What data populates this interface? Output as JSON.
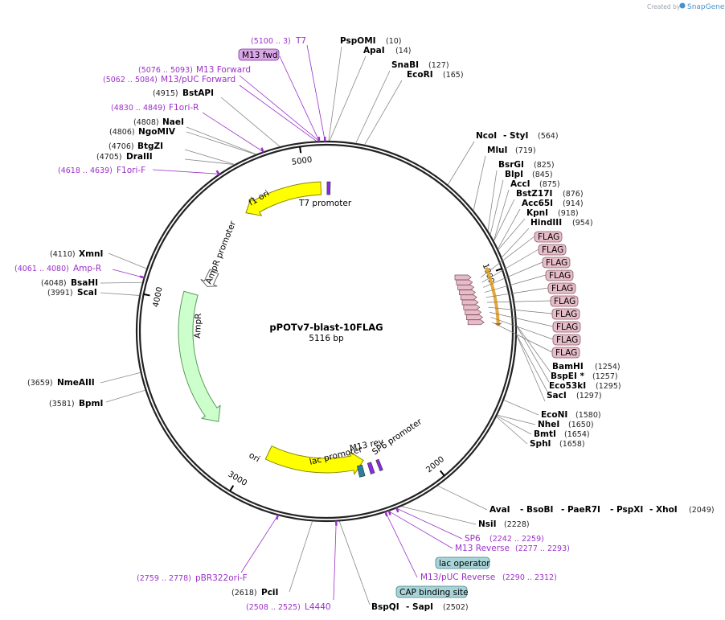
{
  "credit": {
    "created_by": "Created by",
    "brand": "SnapGene"
  },
  "plasmid": {
    "name": "pPOTv7-blast-10FLAG",
    "size": "5116 bp"
  },
  "ticks": [
    {
      "label": "1000",
      "bp": 1000
    },
    {
      "label": "2000",
      "bp": 2000
    },
    {
      "label": "3000",
      "bp": 3000
    },
    {
      "label": "4000",
      "bp": 4000
    },
    {
      "label": "5000",
      "bp": 5000
    }
  ],
  "features": [
    {
      "name": "f1 ori",
      "type": "arrow",
      "start": 4630,
      "end": 5085,
      "color": "#ffff00",
      "stroke": "#888800",
      "direction": "rev"
    },
    {
      "name": "AmpR promoter",
      "type": "arrow",
      "start": 4130,
      "end": 4235,
      "color": "#ffffff",
      "stroke": "#666666",
      "direction": "rev"
    },
    {
      "name": "AmpR",
      "type": "arrow",
      "start": 3270,
      "end": 4060,
      "color": "#ccffcc",
      "stroke": "#5a9a5a",
      "direction": "rev"
    },
    {
      "name": "ori",
      "type": "arrow",
      "start": 2330,
      "end": 2920,
      "color": "#ffff00",
      "stroke": "#888800",
      "direction": "rev"
    },
    {
      "name": "T7 promoter",
      "type": "box",
      "start": 4,
      "end": 22,
      "color": "#8a2be2"
    },
    {
      "name": "lac promoter",
      "type": "box",
      "start": 2345,
      "end": 2375,
      "color": "#2a7fa0"
    },
    {
      "name": "M13 rev",
      "type": "box",
      "start": 2290,
      "end": 2312,
      "color": "#8a2be2"
    },
    {
      "name": "SP6 promoter",
      "type": "box",
      "start": 2242,
      "end": 2259,
      "color": "#8a2be2"
    }
  ],
  "flag_region": {
    "start": 970,
    "end": 1250,
    "color": "#e8a838"
  },
  "flag_labels": [
    "FLAG",
    "FLAG",
    "FLAG",
    "FLAG",
    "FLAG",
    "FLAG",
    "FLAG",
    "FLAG",
    "FLAG",
    "FLAG"
  ],
  "sites_right": [
    {
      "name": "NcoI",
      "extra": "- StyI",
      "pos": "(564)"
    },
    {
      "name": "MluI",
      "extra": "",
      "pos": "(719)"
    },
    {
      "name": "BsrGI",
      "extra": "",
      "pos": "(825)"
    },
    {
      "name": "BlpI",
      "extra": "",
      "pos": "(845)"
    },
    {
      "name": "AccI",
      "extra": "",
      "pos": "(875)"
    },
    {
      "name": "BstZ17I",
      "extra": "",
      "pos": "(876)"
    },
    {
      "name": "Acc65I",
      "extra": "",
      "pos": "(914)"
    },
    {
      "name": "KpnI",
      "extra": "",
      "pos": "(918)"
    },
    {
      "name": "HindIII",
      "extra": "",
      "pos": "(954)"
    },
    {
      "name": "BamHI",
      "extra": "",
      "pos": "(1254)"
    },
    {
      "name": "BspEI *",
      "extra": "",
      "pos": "(1257)"
    },
    {
      "name": "Eco53kI",
      "extra": "",
      "pos": "(1295)"
    },
    {
      "name": "SacI",
      "extra": "",
      "pos": "(1297)"
    },
    {
      "name": "EcoNI",
      "extra": "",
      "pos": "(1580)"
    },
    {
      "name": "NheI",
      "extra": "",
      "pos": "(1650)"
    },
    {
      "name": "BmtI",
      "extra": "",
      "pos": "(1654)"
    },
    {
      "name": "SphI",
      "extra": "",
      "pos": "(1658)"
    }
  ],
  "sites_top": [
    {
      "name": "PspOMI",
      "pos": "(10)"
    },
    {
      "name": "ApaI",
      "pos": "(14)"
    },
    {
      "name": "SnaBI",
      "pos": "(127)"
    },
    {
      "name": "EcoRI",
      "pos": "(165)"
    }
  ],
  "sites_left": [
    {
      "name": "BstAPI",
      "pos": "(4915)"
    },
    {
      "name": "NaeI",
      "pos": "(4808)"
    },
    {
      "name": "NgoMIV",
      "pos": "(4806)"
    },
    {
      "name": "BtgZI",
      "pos": "(4706)"
    },
    {
      "name": "DraIII",
      "pos": "(4705)"
    },
    {
      "name": "XmnI",
      "pos": "(4110)"
    },
    {
      "name": "BsaHI",
      "pos": "(4048)"
    },
    {
      "name": "ScaI",
      "pos": "(3991)"
    },
    {
      "name": "NmeAIII",
      "pos": "(3659)"
    },
    {
      "name": "BpmI",
      "pos": "(3581)"
    }
  ],
  "sites_bottom": [
    {
      "name": "AvaI",
      "pos": ""
    },
    {
      "name": "- BsoBI",
      "pos": ""
    },
    {
      "name": "- PaeR7I",
      "pos": ""
    },
    {
      "name": "- PspXI",
      "pos": ""
    },
    {
      "name": "- XhoI",
      "pos": "(2049)"
    },
    {
      "name": "NsiI",
      "pos": "(2228)"
    },
    {
      "name": "PciI",
      "pos": "(2618)"
    },
    {
      "name": "BspQI",
      "pos": ""
    },
    {
      "name": "- SapI",
      "pos": "(2502)"
    }
  ],
  "primers": [
    {
      "name": "T7",
      "range": "(5100 .. 3)"
    },
    {
      "name": "M13 fwd",
      "range": ""
    },
    {
      "name": "M13 Forward",
      "range": "(5076 .. 5093)"
    },
    {
      "name": "M13/pUC Forward",
      "range": "(5062 .. 5084)"
    },
    {
      "name": "F1ori-R",
      "range": "(4830 .. 4849)"
    },
    {
      "name": "F1ori-F",
      "range": "(4618 .. 4639)"
    },
    {
      "name": "Amp-R",
      "range": "(4061 .. 4080)"
    },
    {
      "name": "SP6",
      "range": "(2242 .. 2259)"
    },
    {
      "name": "M13 Reverse",
      "range": "(2277 .. 2293)"
    },
    {
      "name": "lac operator",
      "range": ""
    },
    {
      "name": "M13/pUC Reverse",
      "range": "(2290 .. 2312)"
    },
    {
      "name": "CAP binding site",
      "range": ""
    },
    {
      "name": "pBR322ori-F",
      "range": "(2759 .. 2778)"
    },
    {
      "name": "L4440",
      "range": "(2508 .. 2525)"
    }
  ],
  "colors": {
    "backbone": "#222222",
    "primer": "#9b30c8",
    "flag_box": "#e6bcc8",
    "feature_box": "#a8d4d8"
  }
}
